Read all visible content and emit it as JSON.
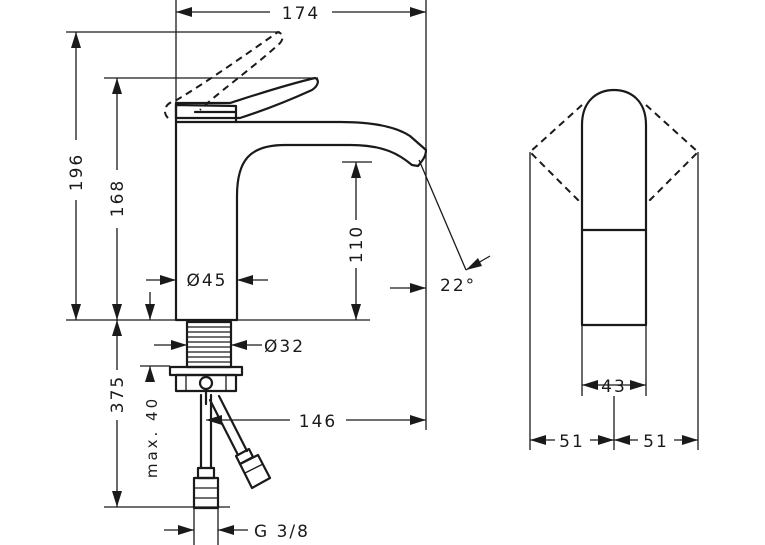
{
  "drawing": {
    "dimensions": {
      "width_total": "174",
      "height_total": "196",
      "height_spout": "168",
      "spout_height": "110",
      "body_diameter": "Ø45",
      "shank_diameter": "Ø32",
      "below_deck": "375",
      "max_thickness": "max. 40",
      "spout_reach": "146",
      "angle": "22°",
      "connection": "G 3/8",
      "handle_width": "43",
      "swing_left": "51",
      "swing_right": "51"
    }
  }
}
